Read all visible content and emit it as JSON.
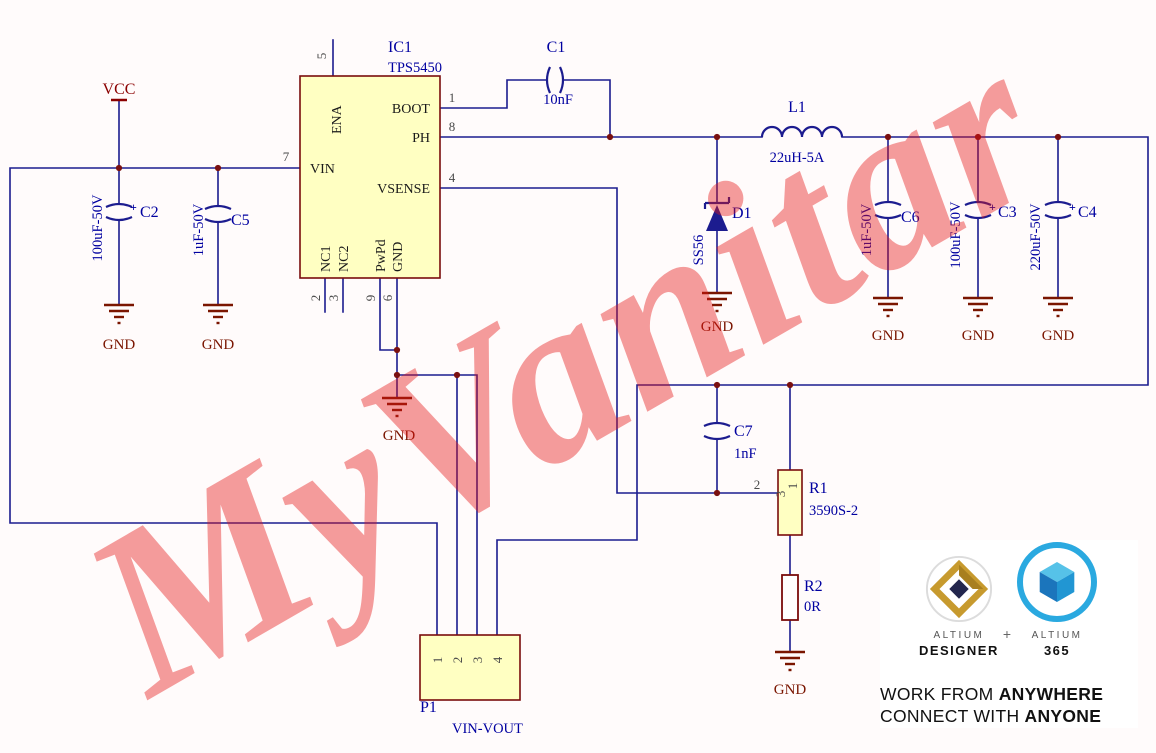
{
  "watermark": {
    "text": "MyVanitar"
  },
  "nets": {
    "vcc": "VCC",
    "gnd": "GND"
  },
  "ic1": {
    "ref": "IC1",
    "part": "TPS5450",
    "pins": {
      "ena": {
        "name": "ENA",
        "num": "5"
      },
      "boot": {
        "name": "BOOT",
        "num": "1"
      },
      "ph": {
        "name": "PH",
        "num": "8"
      },
      "vin": {
        "name": "VIN",
        "num": "7"
      },
      "vsense": {
        "name": "VSENSE",
        "num": "4"
      },
      "nc1": {
        "name": "NC1",
        "num": "2"
      },
      "nc2": {
        "name": "NC2",
        "num": "3"
      },
      "pwpd": {
        "name": "PwPd",
        "num": "9"
      },
      "gnd": {
        "name": "GND",
        "num": "6"
      }
    }
  },
  "components": {
    "c1": {
      "ref": "C1",
      "value": "10nF"
    },
    "c2": {
      "ref": "C2",
      "value": "100uF-50V",
      "polarity": "+"
    },
    "c3": {
      "ref": "C3",
      "value": "100uF-50V",
      "polarity": "+"
    },
    "c4": {
      "ref": "C4",
      "value": "220uF-50V",
      "polarity": "+"
    },
    "c5": {
      "ref": "C5",
      "value": "1uF-50V"
    },
    "c6": {
      "ref": "C6",
      "value": "1uF-50V"
    },
    "c7": {
      "ref": "C7",
      "value": "1nF"
    },
    "l1": {
      "ref": "L1",
      "value": "22uH-5A"
    },
    "d1": {
      "ref": "D1",
      "value": "SS56"
    },
    "r1": {
      "ref": "R1",
      "value": "3590S-2",
      "pin1": "1",
      "pin2": "2",
      "pin3": "3"
    },
    "r2": {
      "ref": "R2",
      "value": "0R"
    },
    "p1": {
      "ref": "P1",
      "value": "VIN-VOUT",
      "pin1": "1",
      "pin2": "2",
      "pin3": "3",
      "pin4": "4"
    }
  },
  "branding": {
    "logo1_name": "ALTIUM",
    "logo1_product": "DESIGNER",
    "plus": "+",
    "logo2_name": "ALTIUM",
    "logo2_product": "365",
    "tagline1_regular": "WORK FROM ",
    "tagline1_bold": "ANYWHERE",
    "tagline2_regular": "CONNECT WITH ",
    "tagline2_bold": "ANYONE"
  },
  "colors": {
    "wire": "#1c1c8f",
    "component_text": "#0000a0",
    "ground": "#7a1500",
    "watermark": "#e41616"
  }
}
